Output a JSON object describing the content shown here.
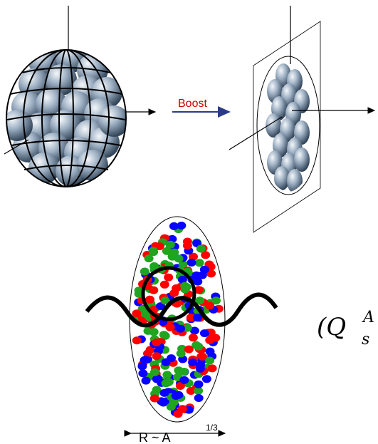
{
  "boost_label": "Boost",
  "radius_label": {
    "base": "R ~ A",
    "exponent": "1/3"
  },
  "formula": {
    "open": "(Q",
    "subscript": "s",
    "superscript": "A"
  },
  "colors": {
    "nucleon_light": "#eef2f6",
    "nucleon_mid": "#8fa3b8",
    "nucleon_dark": "#3a4c60",
    "boost_text": "#cc0000",
    "boost_arrow": "#2b3a8c",
    "parton_red": "#ff0000",
    "parton_green": "#1fa51f",
    "parton_blue": "#0a00ff"
  }
}
